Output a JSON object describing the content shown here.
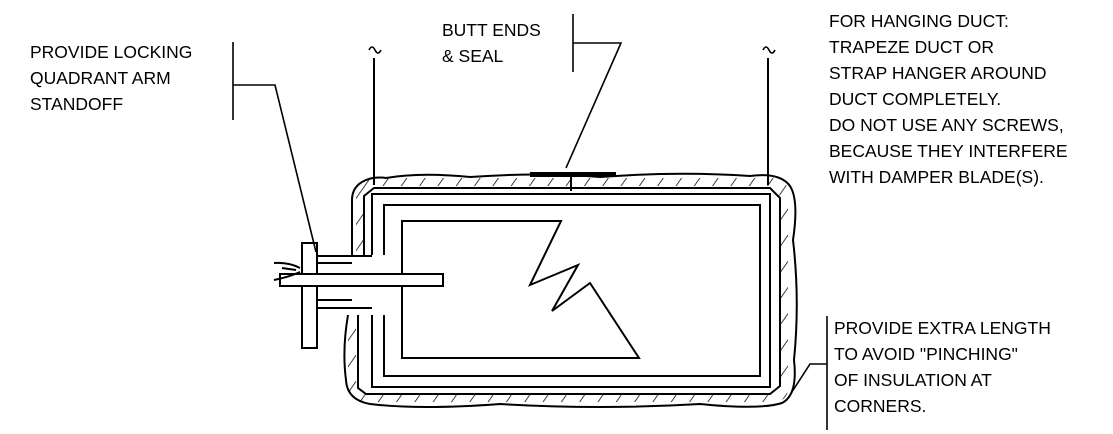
{
  "notes": {
    "locking_quadrant": [
      "PROVIDE LOCKING",
      "QUADRANT ARM",
      "STANDOFF"
    ],
    "butt_ends": [
      "BUTT ENDS",
      "& SEAL"
    ],
    "hanging_duct": [
      "FOR HANGING DUCT:",
      "TRAPEZE DUCT OR",
      "STRAP HANGER AROUND",
      "DUCT COMPLETELY.",
      "DO NOT USE ANY SCREWS,",
      "BECAUSE THEY INTERFERE",
      "WITH DAMPER BLADE(S)."
    ],
    "extra_length": [
      "PROVIDE EXTRA LENGTH",
      "TO AVOID \"PINCHING\"",
      "OF INSULATION AT",
      "CORNERS."
    ]
  },
  "colors": {
    "line": "#000000",
    "background": "#ffffff"
  }
}
